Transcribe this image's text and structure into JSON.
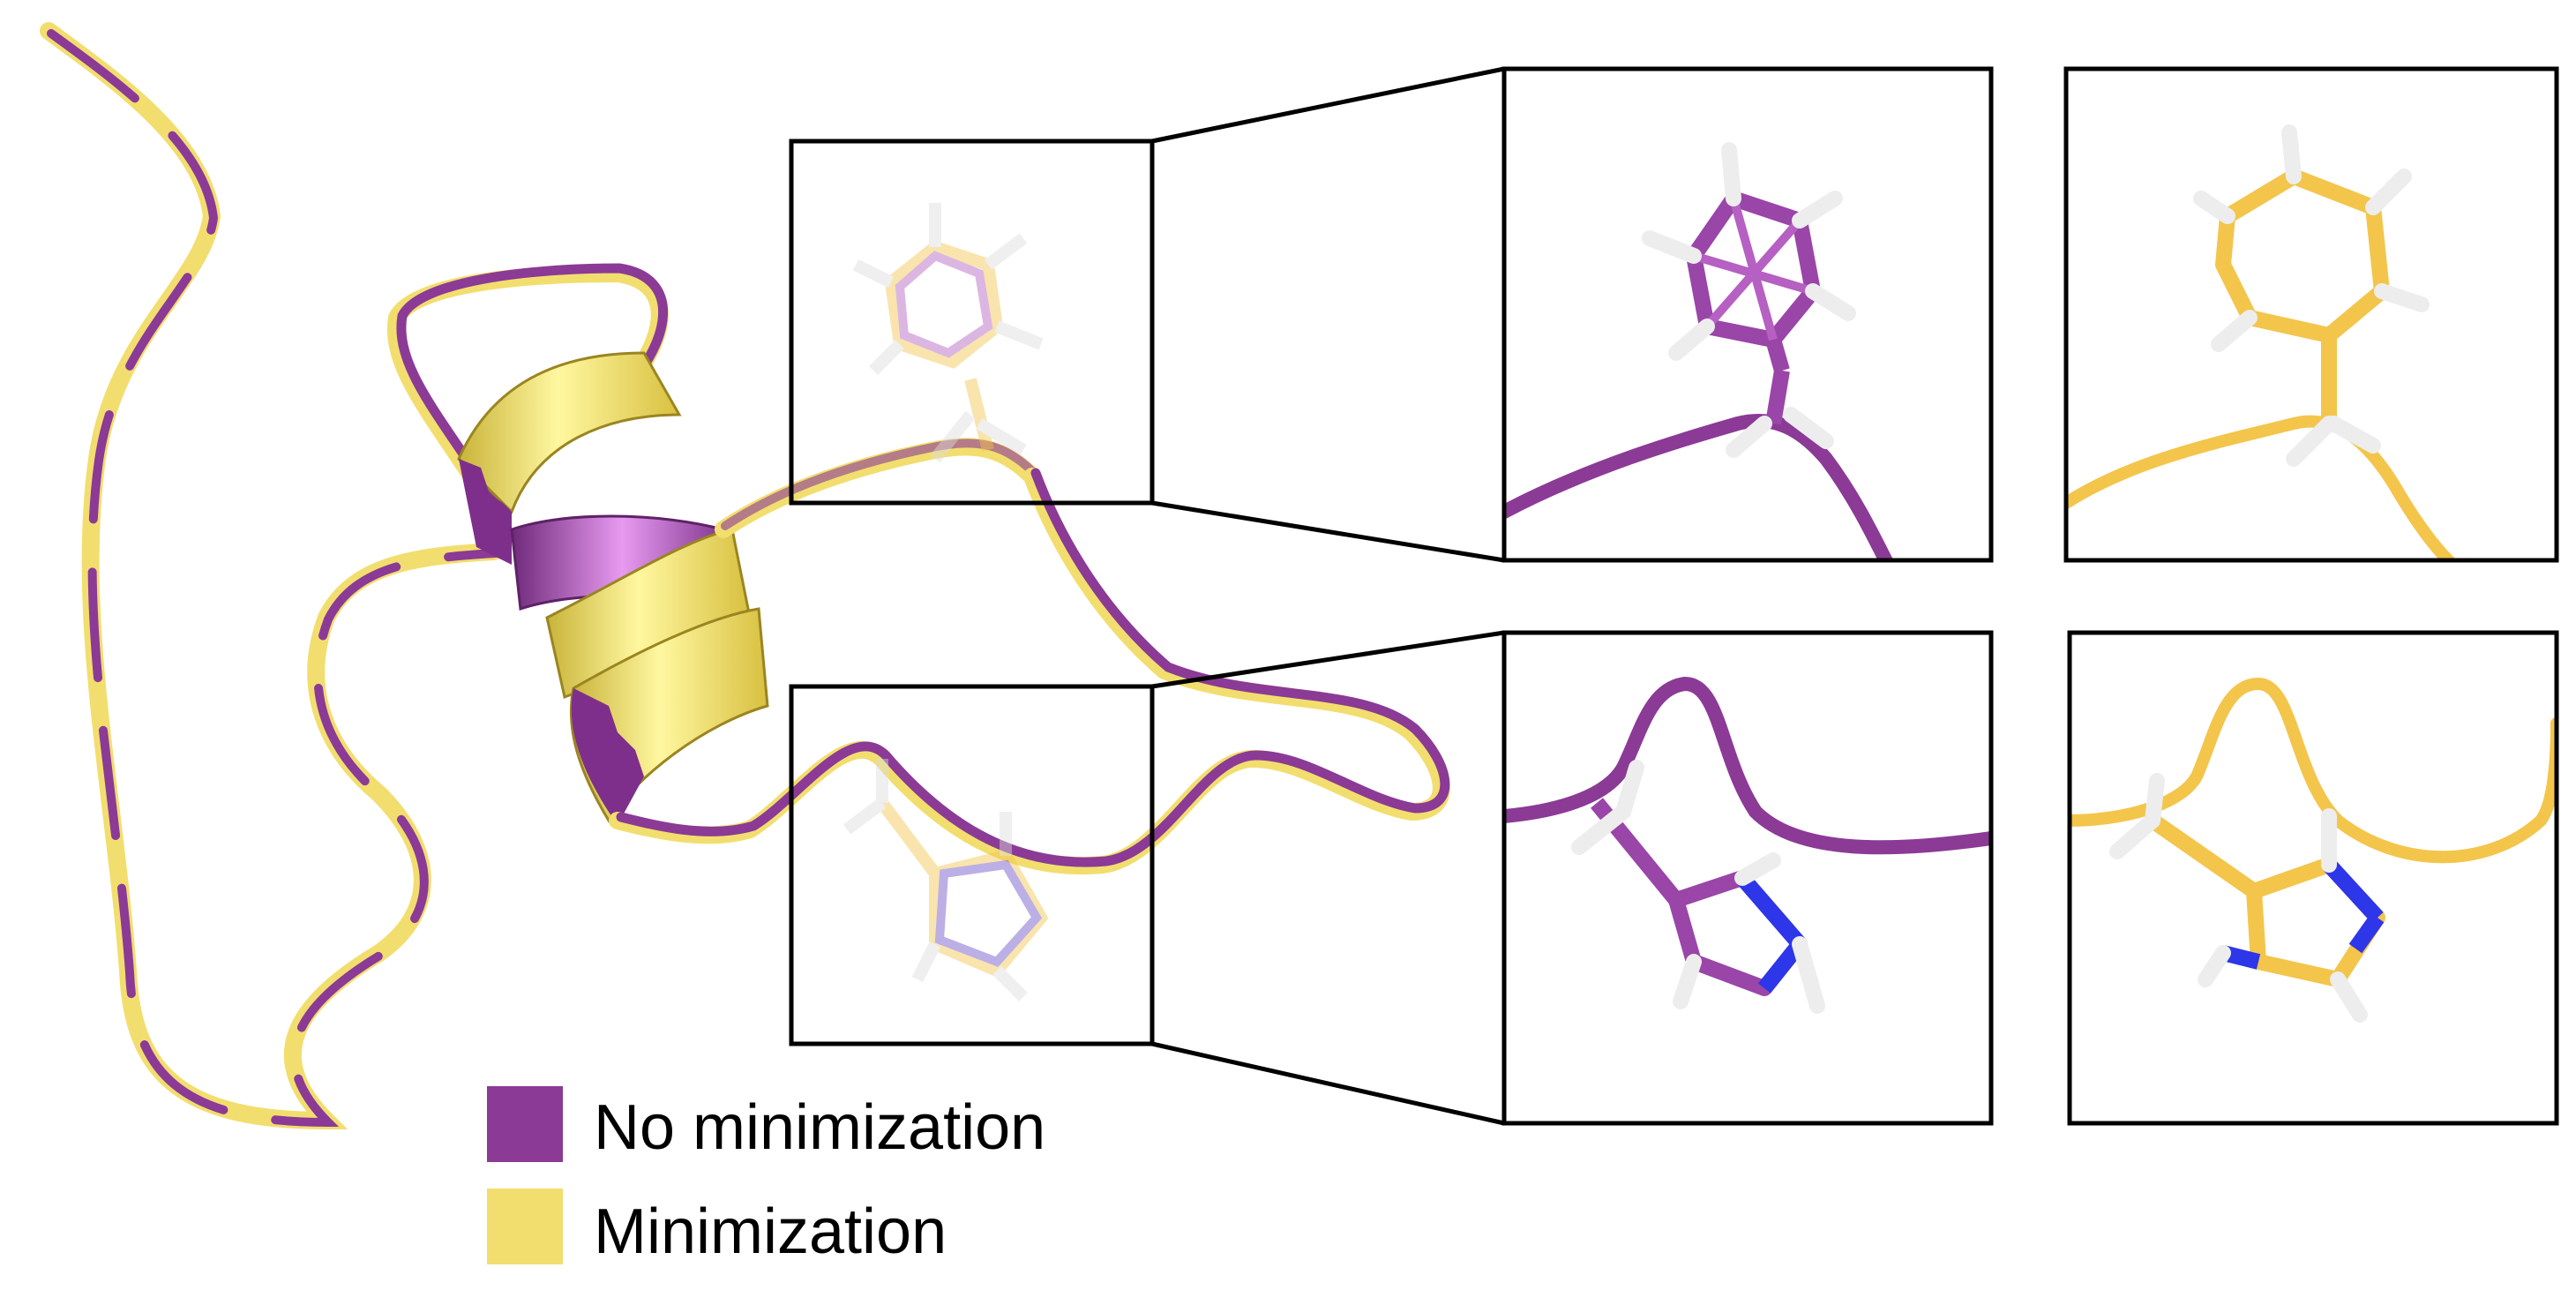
{
  "colors": {
    "no_minimization": "#8B3A96",
    "minimization": "#F2DE6E",
    "stick_purple": "#9A45A8",
    "stick_yellow": "#F3C54B",
    "hydrogen": "#EDEDED",
    "nitrogen": "#2D36E8",
    "frame": "#000000"
  },
  "legend": {
    "items": [
      {
        "label": "No minimization",
        "color": "#8B3A96"
      },
      {
        "label": "Minimization",
        "color": "#F2DE6E"
      }
    ]
  },
  "structures": {
    "protein": "protein-backbone-cartoon",
    "residue_top": "phenylalanine-ring",
    "residue_bottom": "histidine-ring"
  }
}
